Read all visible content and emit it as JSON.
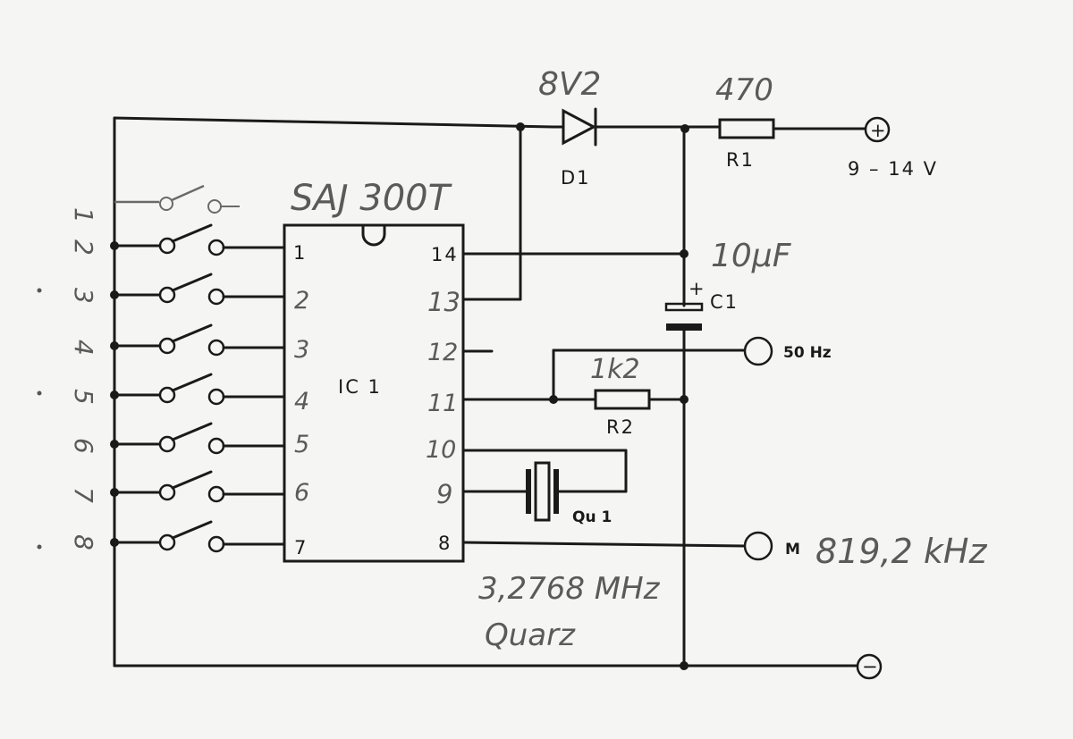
{
  "ic": {
    "type_label": "SAJ 300T",
    "ref_label": "IC 1",
    "left_pins": [
      "1",
      "2",
      "3",
      "4",
      "5",
      "6",
      "7"
    ],
    "right_pins": [
      "14",
      "13",
      "12",
      "11",
      "10",
      "9",
      "8"
    ]
  },
  "switch_numbers": [
    "1",
    "2",
    "3",
    "4",
    "5",
    "6",
    "7",
    "8"
  ],
  "diode": {
    "value": "8V2",
    "ref": "D1"
  },
  "r1": {
    "value": "470",
    "ref": "R1"
  },
  "r2": {
    "value": "1k2",
    "ref": "R2"
  },
  "c1": {
    "value": "10µF",
    "ref": "C1",
    "polarity": "+"
  },
  "crystal": {
    "ref": "Qu 1",
    "frequency": "3,2768 MHz",
    "label": "Quarz"
  },
  "terminals": {
    "supply_plus": "+",
    "supply_voltage": "9 – 14 V",
    "out_50hz": "50 Hz",
    "out_m_label": "M",
    "out_m_freq": "819,2 kHz",
    "supply_minus": "−"
  }
}
